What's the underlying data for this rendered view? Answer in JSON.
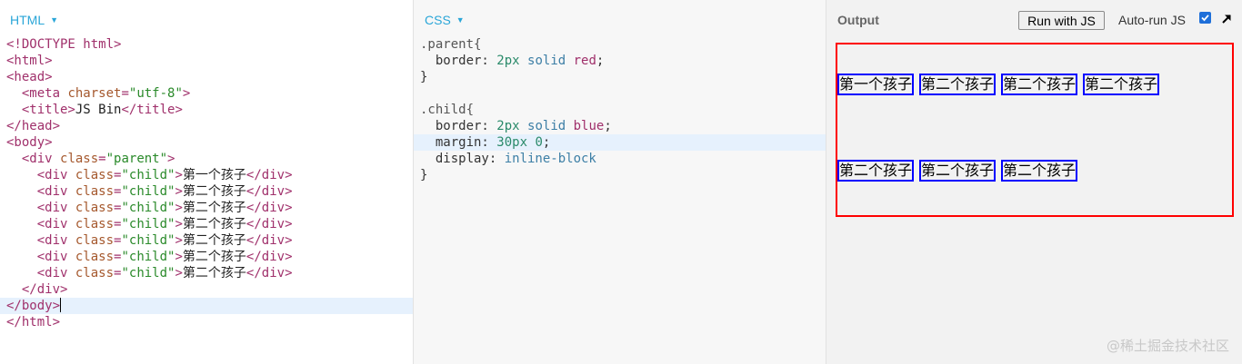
{
  "html_panel": {
    "tab_label": "HTML",
    "lines": [
      {
        "parts": [
          [
            "tag",
            "<!DOCTYPE html>"
          ]
        ]
      },
      {
        "parts": [
          [
            "tag",
            "<html>"
          ]
        ]
      },
      {
        "parts": [
          [
            "tag",
            "<head>"
          ]
        ]
      },
      {
        "parts": [
          [
            "txt",
            "  "
          ],
          [
            "tag",
            "<meta "
          ],
          [
            "attr",
            "charset"
          ],
          [
            "tag",
            "="
          ],
          [
            "str",
            "\"utf-8\""
          ],
          [
            "tag",
            ">"
          ]
        ]
      },
      {
        "parts": [
          [
            "txt",
            "  "
          ],
          [
            "tag",
            "<title>"
          ],
          [
            "txt",
            "JS Bin"
          ],
          [
            "tag",
            "</title>"
          ]
        ]
      },
      {
        "parts": [
          [
            "tag",
            "</head>"
          ]
        ]
      },
      {
        "parts": [
          [
            "tag",
            "<body>"
          ]
        ]
      },
      {
        "parts": [
          [
            "txt",
            "  "
          ],
          [
            "tag",
            "<div "
          ],
          [
            "attr",
            "class"
          ],
          [
            "tag",
            "="
          ],
          [
            "str",
            "\"parent\""
          ],
          [
            "tag",
            ">"
          ]
        ]
      },
      {
        "parts": [
          [
            "txt",
            "    "
          ],
          [
            "tag",
            "<div "
          ],
          [
            "attr",
            "class"
          ],
          [
            "tag",
            "="
          ],
          [
            "str",
            "\"child\""
          ],
          [
            "tag",
            ">"
          ],
          [
            "txt",
            "第一个孩子"
          ],
          [
            "tag",
            "</div>"
          ]
        ]
      },
      {
        "parts": [
          [
            "txt",
            "    "
          ],
          [
            "tag",
            "<div "
          ],
          [
            "attr",
            "class"
          ],
          [
            "tag",
            "="
          ],
          [
            "str",
            "\"child\""
          ],
          [
            "tag",
            ">"
          ],
          [
            "txt",
            "第二个孩子"
          ],
          [
            "tag",
            "</div>"
          ]
        ]
      },
      {
        "parts": [
          [
            "txt",
            "    "
          ],
          [
            "tag",
            "<div "
          ],
          [
            "attr",
            "class"
          ],
          [
            "tag",
            "="
          ],
          [
            "str",
            "\"child\""
          ],
          [
            "tag",
            ">"
          ],
          [
            "txt",
            "第二个孩子"
          ],
          [
            "tag",
            "</div>"
          ]
        ]
      },
      {
        "parts": [
          [
            "txt",
            "    "
          ],
          [
            "tag",
            "<div "
          ],
          [
            "attr",
            "class"
          ],
          [
            "tag",
            "="
          ],
          [
            "str",
            "\"child\""
          ],
          [
            "tag",
            ">"
          ],
          [
            "txt",
            "第二个孩子"
          ],
          [
            "tag",
            "</div>"
          ]
        ]
      },
      {
        "parts": [
          [
            "txt",
            "    "
          ],
          [
            "tag",
            "<div "
          ],
          [
            "attr",
            "class"
          ],
          [
            "tag",
            "="
          ],
          [
            "str",
            "\"child\""
          ],
          [
            "tag",
            ">"
          ],
          [
            "txt",
            "第二个孩子"
          ],
          [
            "tag",
            "</div>"
          ]
        ]
      },
      {
        "parts": [
          [
            "txt",
            "    "
          ],
          [
            "tag",
            "<div "
          ],
          [
            "attr",
            "class"
          ],
          [
            "tag",
            "="
          ],
          [
            "str",
            "\"child\""
          ],
          [
            "tag",
            ">"
          ],
          [
            "txt",
            "第二个孩子"
          ],
          [
            "tag",
            "</div>"
          ]
        ]
      },
      {
        "parts": [
          [
            "txt",
            "    "
          ],
          [
            "tag",
            "<div "
          ],
          [
            "attr",
            "class"
          ],
          [
            "tag",
            "="
          ],
          [
            "str",
            "\"child\""
          ],
          [
            "tag",
            ">"
          ],
          [
            "txt",
            "第二个孩子"
          ],
          [
            "tag",
            "</div>"
          ]
        ]
      },
      {
        "parts": [
          [
            "txt",
            "  "
          ],
          [
            "tag",
            "</div>"
          ]
        ]
      },
      {
        "parts": [
          [
            "tag",
            "</body>"
          ]
        ],
        "active": true,
        "cursor": true
      },
      {
        "parts": [
          [
            "tag",
            "</html>"
          ]
        ]
      }
    ]
  },
  "css_panel": {
    "tab_label": "CSS",
    "lines": [
      {
        "parts": [
          [
            "sel",
            ".parent{"
          ]
        ]
      },
      {
        "parts": [
          [
            "prop",
            "  border: "
          ],
          [
            "num",
            "2px"
          ],
          [
            "prop",
            " "
          ],
          [
            "val",
            "solid"
          ],
          [
            "prop",
            " "
          ],
          [
            "kw",
            "red"
          ],
          [
            "prop",
            ";"
          ]
        ]
      },
      {
        "parts": [
          [
            "prop",
            "}"
          ]
        ]
      },
      {
        "parts": [
          [
            "prop",
            ""
          ]
        ]
      },
      {
        "parts": [
          [
            "sel",
            ".child{"
          ]
        ]
      },
      {
        "parts": [
          [
            "prop",
            "  border: "
          ],
          [
            "num",
            "2px"
          ],
          [
            "prop",
            " "
          ],
          [
            "val",
            "solid"
          ],
          [
            "prop",
            " "
          ],
          [
            "kw",
            "blue"
          ],
          [
            "prop",
            ";"
          ]
        ]
      },
      {
        "parts": [
          [
            "prop",
            "  margin: "
          ],
          [
            "num",
            "30px"
          ],
          [
            "prop",
            " "
          ],
          [
            "num",
            "0"
          ],
          [
            "prop",
            ";"
          ]
        ],
        "active": true
      },
      {
        "parts": [
          [
            "prop",
            "  display: "
          ],
          [
            "val",
            "inline-block"
          ]
        ]
      },
      {
        "parts": [
          [
            "prop",
            "}"
          ]
        ]
      }
    ]
  },
  "output_panel": {
    "title": "Output",
    "run_button": "Run with JS",
    "autorun_label": "Auto-run JS",
    "autorun_checked": true,
    "row1": [
      "第一个孩子",
      "第二个孩子",
      "第二个孩子",
      "第二个孩子"
    ],
    "row2": [
      "第二个孩子",
      "第二个孩子",
      "第二个孩子"
    ]
  },
  "watermark": "@稀土掘金技术社区",
  "colors": {
    "tab_accent": "#2aa6d8",
    "parent_border": "#ff0000",
    "child_border": "#0000ff",
    "checkbox": "#1e6fd9"
  }
}
